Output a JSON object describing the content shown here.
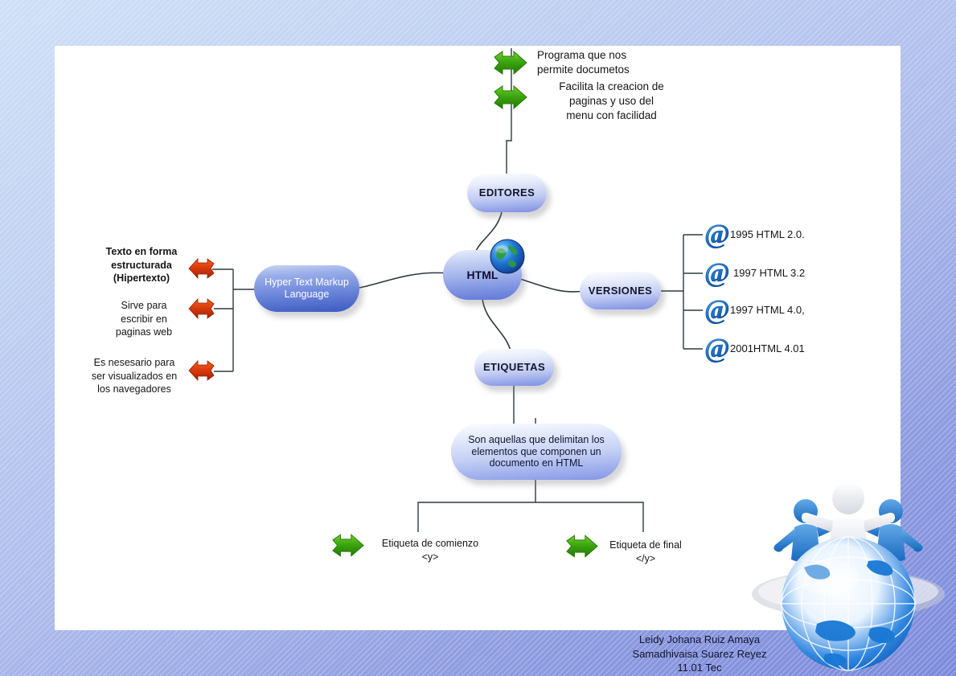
{
  "document": {
    "title": "HTML Mind Map",
    "canvas_background": "#ffffff",
    "page_background": "#aebcec",
    "connector_color": "#2d3a3f"
  },
  "center": {
    "label": "HTML",
    "icon": "globe-icon"
  },
  "branches": {
    "editores": {
      "label": "EDITORES",
      "notes": [
        {
          "icon": "green-arrow-icon",
          "text": "Programa que nos\npermite documetos"
        },
        {
          "icon": "green-arrow-icon",
          "text": "Facilita la creacion de\npaginas y uso del\nmenu con facilidad"
        }
      ]
    },
    "acronym": {
      "label": "Hyper Text Markup\nLanguage",
      "notes": [
        {
          "icon": "red-arrow-icon",
          "text": "Texto en  forma\nestructurada\n(Hipertexto)",
          "bold": true
        },
        {
          "icon": "red-arrow-icon",
          "text": "Sirve para\nescribir en\npaginas web",
          "bold": false
        },
        {
          "icon": "red-arrow-icon",
          "text": "Es nesesario para\nser visualizados en\nlos navegadores",
          "bold": false
        }
      ]
    },
    "versiones": {
      "label": "VERSIONES",
      "items": [
        {
          "icon": "at-sign-icon",
          "text": "1995 HTML 2.0."
        },
        {
          "icon": "at-sign-icon",
          "text": "1997 HTML 3.2"
        },
        {
          "icon": "at-sign-icon",
          "text": "1997 HTML 4.0,"
        },
        {
          "icon": "at-sign-icon",
          "text": "2001HTML 4.01"
        }
      ]
    },
    "etiquetas": {
      "label": "ETIQUETAS",
      "definition": "Son aquellas que delimitan los\nelementos que componen un\ndocumento en HTML",
      "children": [
        {
          "icon": "green-arrow-icon",
          "text": "Etiqueta de comienzo\n<y>"
        },
        {
          "icon": "green-arrow-icon",
          "text": "Etiqueta de final\n</y>"
        }
      ]
    }
  },
  "decoration": {
    "name": "globe-with-people-illustration"
  },
  "signature": {
    "line1": "Leidy Johana Ruiz Amaya",
    "line2": "Samadhivaisa Suarez Reyez",
    "line3": "11.01 Tec"
  }
}
